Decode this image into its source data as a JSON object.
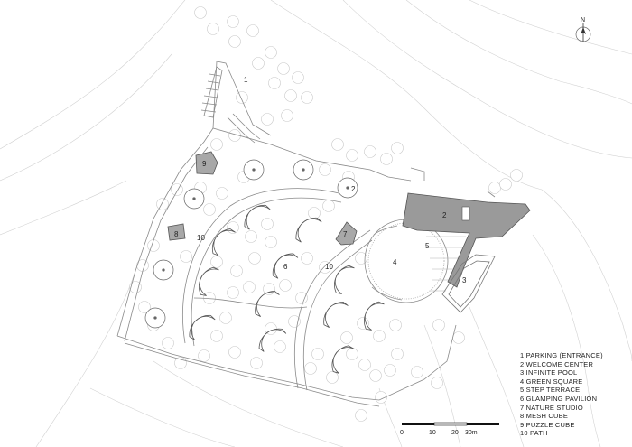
{
  "north_label": "N",
  "legend": [
    "1 PARKING (ENTRANCE)",
    "2 WELCOME CENTER",
    "3 INFINITE POOL",
    "4 GREEN SQUARE",
    "5 STEP TERRACE",
    "6 GLAMPING PAVILION",
    "7 NATURE STUDIO",
    "8 MESH CUBE",
    "9 PUZZLE CUBE",
    "10 PATH"
  ],
  "map_labels": {
    "parking": "1",
    "welcome": "2",
    "welcome_alt": "2",
    "pool": "3",
    "square": "4",
    "terrace": "5",
    "glamping": "6",
    "studio": "7",
    "mesh": "8",
    "puzzle": "9",
    "path_left": "10",
    "path_mid": "10"
  },
  "scale": {
    "ticks": [
      "0",
      "10",
      "20",
      "30m"
    ]
  },
  "colors": {
    "line": "#8a8a8a",
    "building": "#9a9a9a",
    "tree": "#d9d9d9"
  }
}
